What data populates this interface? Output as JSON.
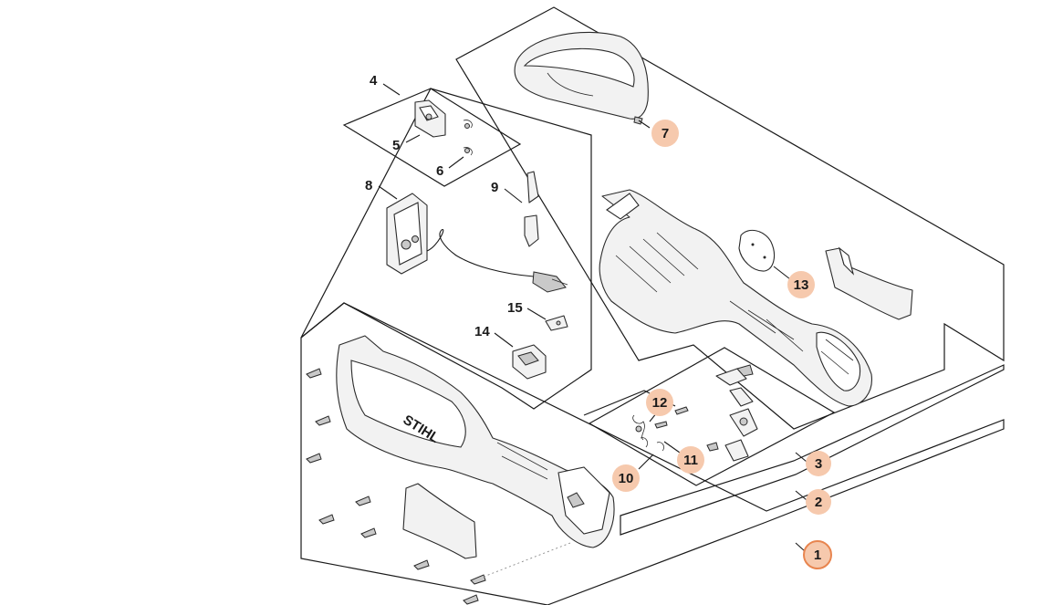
{
  "diagram": {
    "plain_labels": [
      {
        "id": "4",
        "text": "4"
      },
      {
        "id": "5",
        "text": "5"
      },
      {
        "id": "6",
        "text": "6"
      },
      {
        "id": "8",
        "text": "8"
      },
      {
        "id": "9",
        "text": "9"
      },
      {
        "id": "14",
        "text": "14"
      },
      {
        "id": "15",
        "text": "15"
      }
    ],
    "badge_labels": [
      {
        "id": "1",
        "text": "1",
        "highlighted": true
      },
      {
        "id": "2",
        "text": "2"
      },
      {
        "id": "3",
        "text": "3"
      },
      {
        "id": "7",
        "text": "7"
      },
      {
        "id": "10",
        "text": "10"
      },
      {
        "id": "11",
        "text": "11"
      },
      {
        "id": "12",
        "text": "12"
      },
      {
        "id": "13",
        "text": "13"
      }
    ],
    "logo_text": "STIHL",
    "colors": {
      "badge_fill": "#f6c9ad",
      "badge_highlight_stroke": "#e8854f",
      "line": "#1a1a1a"
    }
  }
}
